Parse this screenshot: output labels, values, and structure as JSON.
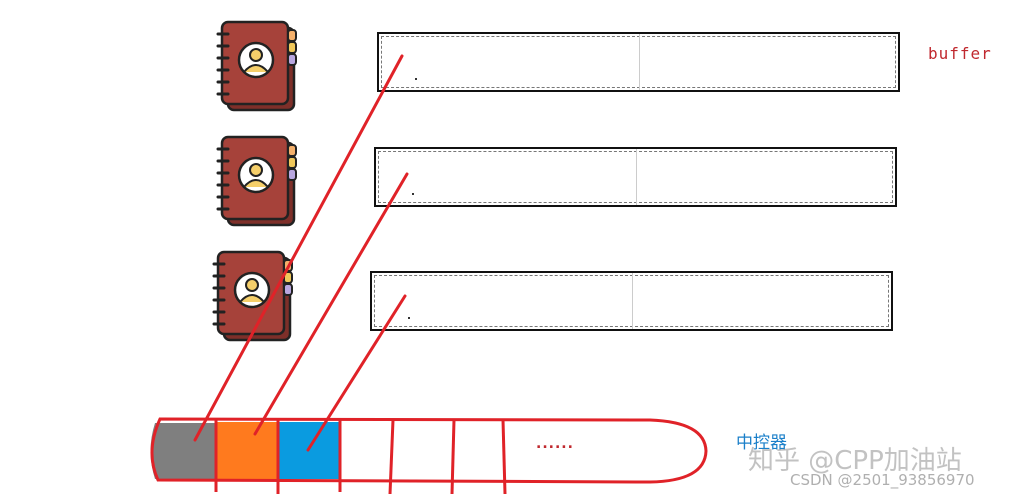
{
  "labels": {
    "buffer": "buffer",
    "controller": "中控器",
    "more_slots": "......"
  },
  "watermark": {
    "main": "知乎 @CPP加油站",
    "csdn": "CSDN @2501_93856970"
  },
  "colors": {
    "line": "#e02228",
    "cell_gray": "#7f7f7f",
    "cell_orange": "#ff7a1e",
    "cell_blue": "#0a9be0",
    "book_cover": "#a6423a",
    "book_tabs": [
      "#f4b06b",
      "#f0c85a",
      "#b9a7e0"
    ],
    "avatar": "#f5cf6a"
  },
  "icons": [
    "notebook-icon",
    "notebook-icon",
    "notebook-icon"
  ]
}
